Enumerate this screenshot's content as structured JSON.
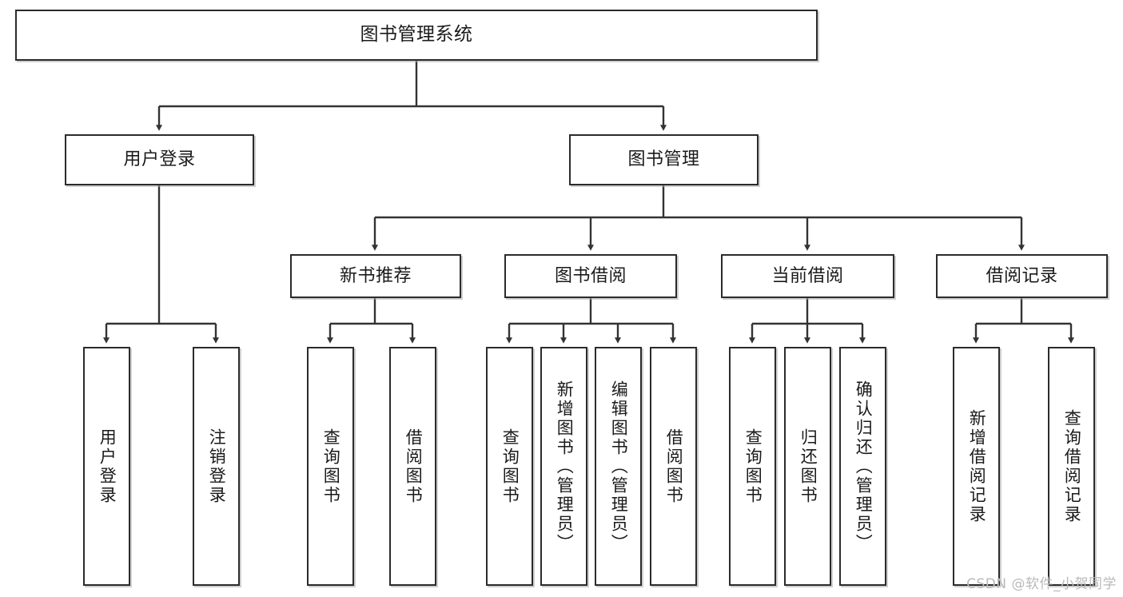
{
  "diagram": {
    "title": "图书管理系统",
    "type": "tree-hierarchy-chart",
    "orientation": "top-down",
    "colors": {
      "box_border": "#2b2b2b",
      "box_fill": "#ffffff",
      "edge": "#333333",
      "text": "#1a1a1a",
      "watermark": "#b9b9b9",
      "canvas": "#ffffff"
    }
  },
  "watermark": {
    "text": "CSDN @软件_小贺同学"
  },
  "nodes": {
    "root": {
      "label": "图书管理系统"
    },
    "level2": [
      {
        "label": "用户登录"
      },
      {
        "label": "图书管理"
      }
    ],
    "level3": [
      {
        "label": "新书推荐"
      },
      {
        "label": "图书借阅"
      },
      {
        "label": "当前借阅"
      },
      {
        "label": "借阅记录"
      }
    ],
    "leaves": {
      "user_login": [
        {
          "label": "用户登录"
        },
        {
          "label": "注销登录"
        }
      ],
      "new_book": [
        {
          "label": "查询图书"
        },
        {
          "label": "借阅图书"
        }
      ],
      "book_borrow": [
        {
          "label": "查询图书"
        },
        {
          "label": "新增图书（管理员）"
        },
        {
          "label": "编辑图书（管理员）"
        },
        {
          "label": "借阅图书"
        }
      ],
      "current_borrow": [
        {
          "label": "查询图书"
        },
        {
          "label": "归还图书"
        },
        {
          "label": "确认归还（管理员）"
        }
      ],
      "borrow_record": [
        {
          "label": "新增借阅记录"
        },
        {
          "label": "查询借阅记录"
        }
      ]
    }
  }
}
